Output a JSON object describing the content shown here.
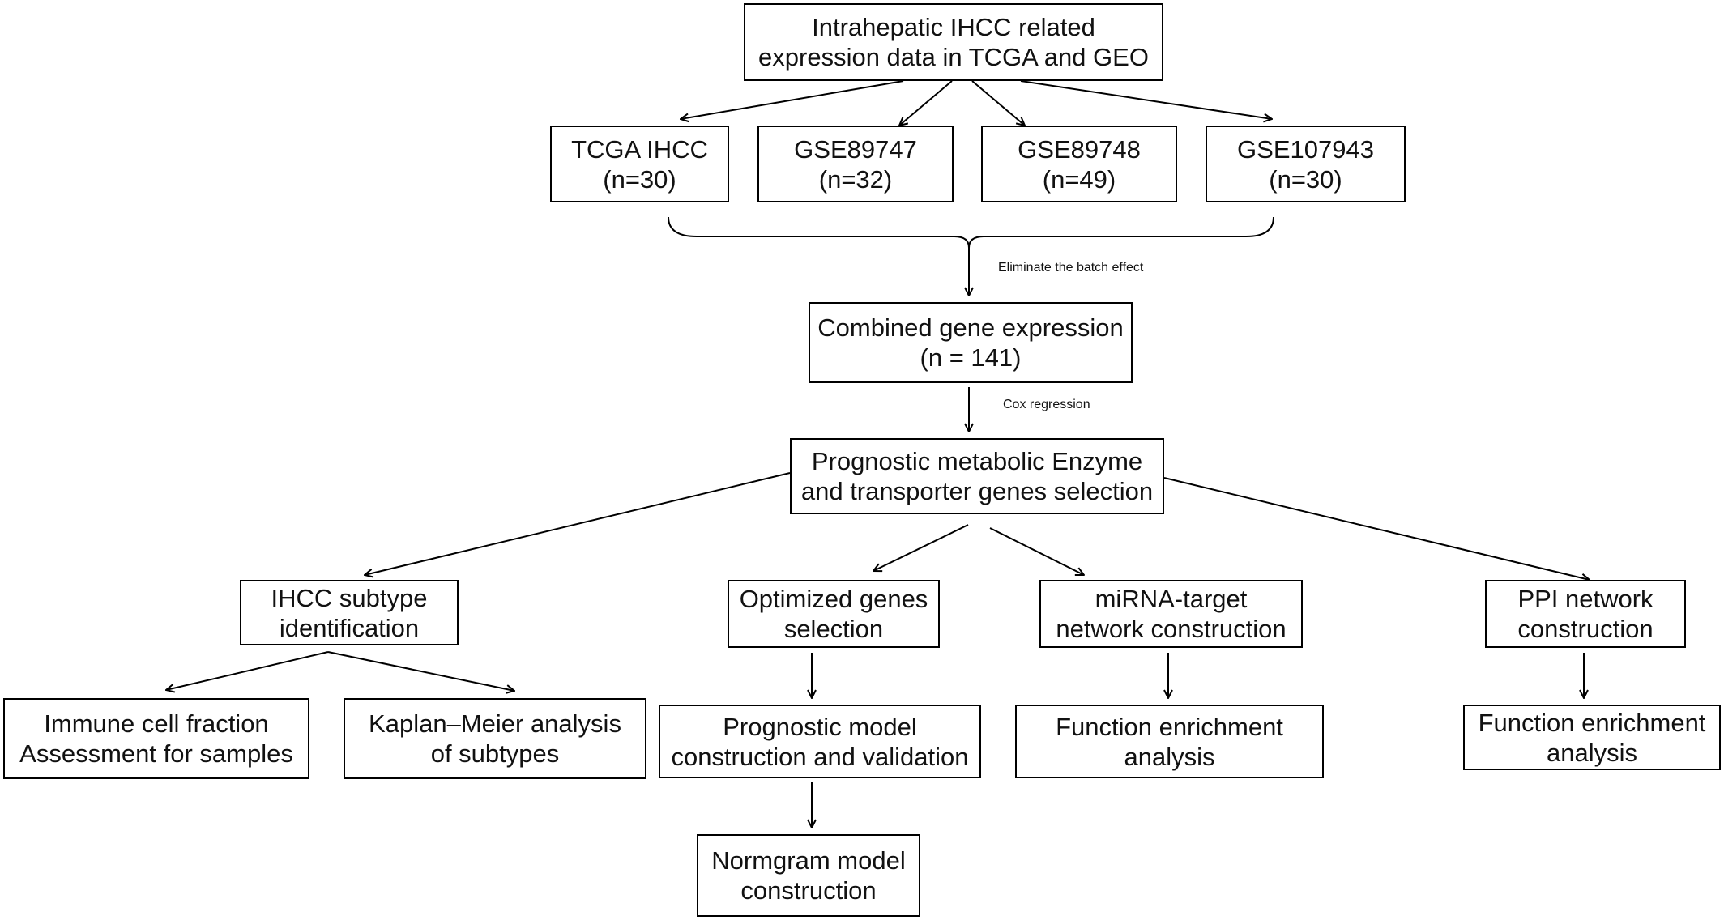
{
  "nodes": {
    "source": {
      "line1": "Intrahepatic IHCC related",
      "line2": "expression data in TCGA and GEO"
    },
    "tcga": {
      "line1": "TCGA IHCC",
      "line2": "(n=30)"
    },
    "gse89747": {
      "line1": "GSE89747",
      "line2": "(n=32)"
    },
    "gse89748": {
      "line1": "GSE89748",
      "line2": "(n=49)"
    },
    "gse107943": {
      "line1": "GSE107943",
      "line2": "(n=30)"
    },
    "combined": {
      "line1": "Combined gene expression",
      "line2": "(n = 141)"
    },
    "prognostic_selection": {
      "line1": "Prognostic  metabolic Enzyme",
      "line2": "and transporter genes selection"
    },
    "subtype": {
      "line1": "IHCC subtype",
      "line2": "identification"
    },
    "optimized": {
      "line1": "Optimized genes",
      "line2": "selection"
    },
    "mirna": {
      "line1": "miRNA-target",
      "line2": "network construction"
    },
    "ppi": {
      "line1": "PPI network",
      "line2": "construction"
    },
    "immune": {
      "line1": "Immune cell fraction",
      "line2": "Assessment for samples"
    },
    "km": {
      "line1": "Kaplan–Meier analysis",
      "line2": "of subtypes"
    },
    "model": {
      "line1": "Prognostic model",
      "line2": "construction and validation"
    },
    "func_mirna": {
      "line1": "Function enrichment",
      "line2": "analysis"
    },
    "func_ppi": {
      "line1": "Function enrichment",
      "line2": "analysis"
    },
    "nomogram": {
      "line1": "Normgram model",
      "line2": "construction"
    }
  },
  "edge_labels": {
    "batch": "Eliminate the batch effect",
    "cox": "Cox regression"
  }
}
